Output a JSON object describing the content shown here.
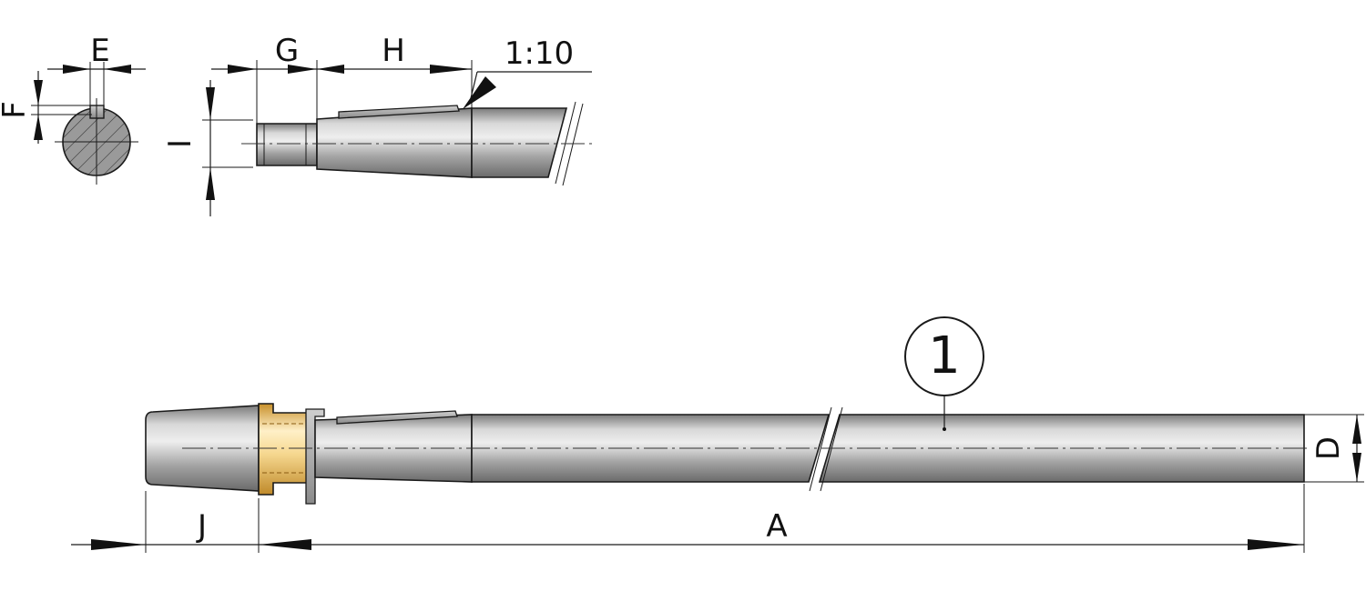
{
  "labels": {
    "E": "E",
    "F": "F",
    "G": "G",
    "H": "H",
    "taper": "1:10",
    "I": "I",
    "D": "D",
    "J": "J",
    "A": "A",
    "item": "1"
  },
  "colors": {
    "shaft_light": "#e6e6e6",
    "shaft_mid": "#a8a8a8",
    "shaft_dark": "#6e6e6e",
    "bronze_light": "#fff0c8",
    "bronze_mid": "#f0c060",
    "bronze_dark": "#c8902a",
    "line": "#1a1a1a"
  }
}
